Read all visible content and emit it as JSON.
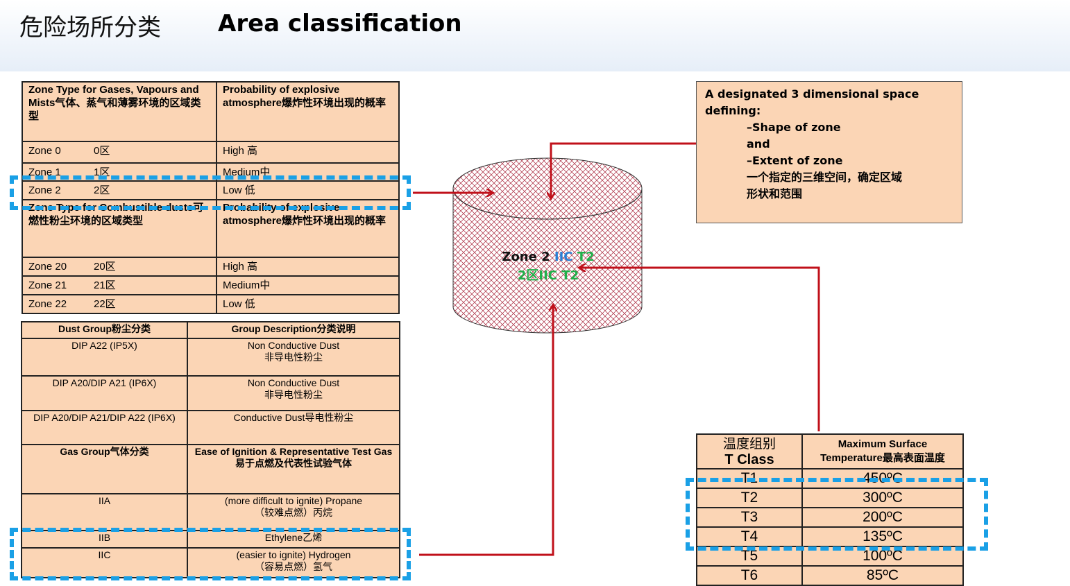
{
  "header": {
    "title_cn": "危险场所分类",
    "title_en": "Area classification"
  },
  "zone_table": {
    "gas_header": [
      "Zone Type for Gases, Vapours and Mists气体、蒸气和薄雾环境的区域类型",
      "Probability of explosive atmosphere爆炸性环境出现的概率"
    ],
    "gas_rows": [
      {
        "zone": "Zone 0",
        "cn": "0区",
        "prob": "High 高"
      },
      {
        "zone": "Zone 1",
        "cn": "1区",
        "prob": "Medium中"
      },
      {
        "zone": "Zone 2",
        "cn": "2区",
        "prob": "Low 低"
      }
    ],
    "dust_header": [
      "Zone Type for Combustible dusts可燃性粉尘环境的区域类型",
      "Probability of explosive atmosphere爆炸性环境出现的概率"
    ],
    "dust_rows": [
      {
        "zone": "Zone 20",
        "cn": "20区",
        "prob": "High 高"
      },
      {
        "zone": "Zone 21",
        "cn": "21区",
        "prob": "Medium中"
      },
      {
        "zone": "Zone 22",
        "cn": "22区",
        "prob": "Low 低"
      }
    ]
  },
  "group_table": {
    "dust_header": [
      "Dust Group粉尘分类",
      "Group Description分类说明"
    ],
    "dust_rows": [
      {
        "group": "DIP A22 (IP5X)",
        "desc": "Non Conductive Dust",
        "desc_cn": "非导电性粉尘"
      },
      {
        "group": "DIP A20/DIP A21 (IP6X)",
        "desc": "Non Conductive Dust",
        "desc_cn": "非导电性粉尘"
      },
      {
        "group": "DIP A20/DIP A21/DIP A22 (IP6X)",
        "desc": "Conductive Dust导电性粉尘",
        "desc_cn": ""
      }
    ],
    "gas_header": [
      "Gas Group气体分类",
      "Ease of Ignition & Representative Test Gas",
      "易于点燃及代表性试验气体"
    ],
    "gas_rows": [
      {
        "group": "IIA",
        "desc": "(more difficult to ignite) Propane",
        "desc_cn": "（较难点燃）丙烷"
      },
      {
        "group": "IIB",
        "desc": "Ethylene乙烯",
        "desc_cn": ""
      },
      {
        "group": "IIC",
        "desc": "(easier to ignite) Hydrogen",
        "desc_cn": "（容易点燃）氢气"
      }
    ]
  },
  "info_box": {
    "line1": "A designated 3  dimensional space",
    "line2": "defining:",
    "line3": "–Shape of zone",
    "line4": "and",
    "line5": "–Extent of zone",
    "line6": "一个指定的三维空间，确定区域",
    "line7": "形状和范围"
  },
  "zone_label": {
    "zone": "Zone 2",
    "group": "IIC",
    "tclass": "T2",
    "zone_cn": "2区",
    "group_cn": "IIC",
    "tclass_cn": "T2"
  },
  "tclass_table": {
    "header_cn": "温度组别",
    "header_en": "T Class",
    "header2_line1": "Maximum Surface",
    "header2_line2": "Temperature最高表面温度",
    "rows": [
      {
        "class": "T1",
        "temp": "450ºC"
      },
      {
        "class": "T2",
        "temp": "300ºC"
      },
      {
        "class": "T3",
        "temp": "200ºC"
      },
      {
        "class": "T4",
        "temp": "135ºC"
      },
      {
        "class": "T5",
        "temp": "100ºC"
      },
      {
        "class": "T6",
        "temp": "85ºC"
      }
    ]
  },
  "colors": {
    "arrow": "#c0101a",
    "highlight": "#1aa0e6",
    "cell_fill": "#fbd5b5",
    "text_blue": "#2a7fd4",
    "text_green": "#20b04a"
  }
}
